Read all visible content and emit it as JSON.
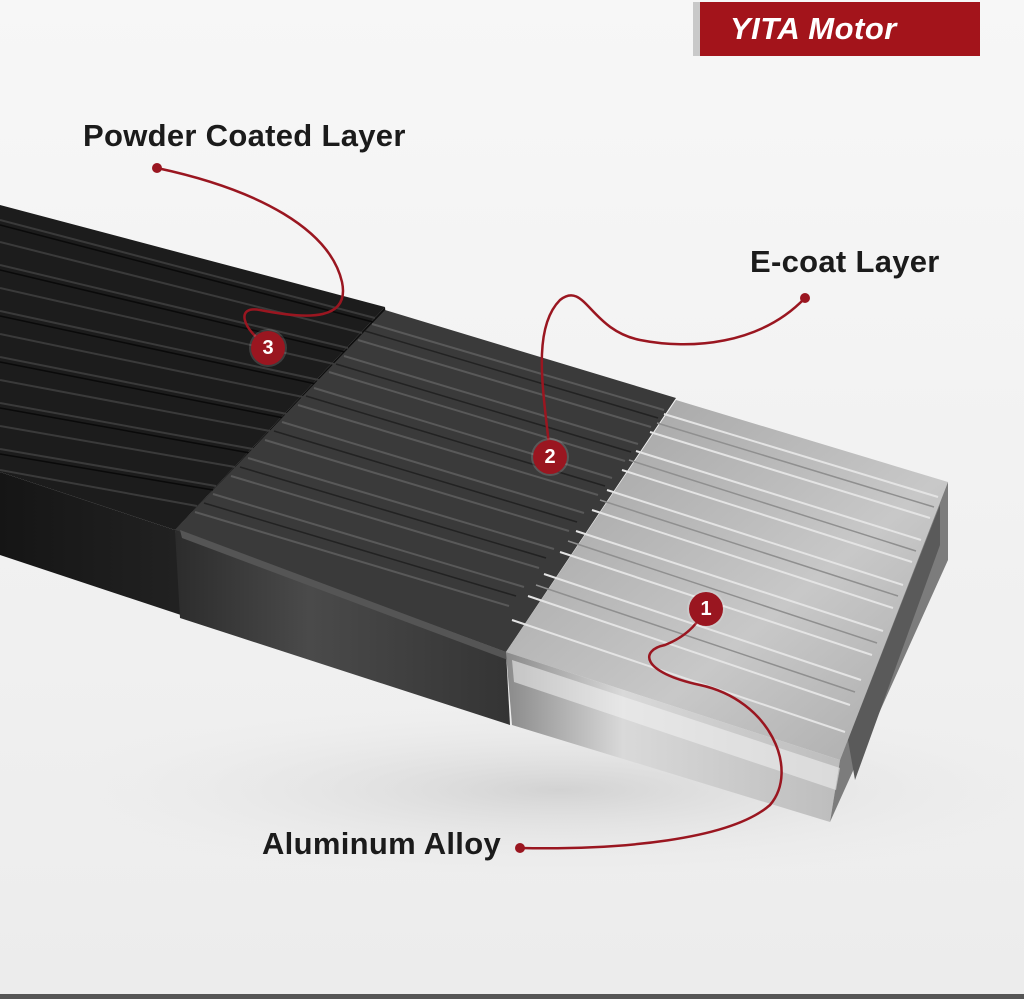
{
  "brand": {
    "name": "YITA Motor"
  },
  "callouts": [
    {
      "number": "1",
      "label": "Aluminum Alloy"
    },
    {
      "number": "2",
      "label": "E-coat Layer"
    },
    {
      "number": "3",
      "label": "Powder Coated Layer"
    }
  ],
  "colors": {
    "accent": "#9a1620",
    "powder_coat": "#1e1e1e",
    "e_coat": "#3b3b3b",
    "aluminum": "#b8b8b8",
    "background": "#f3f3f3"
  }
}
